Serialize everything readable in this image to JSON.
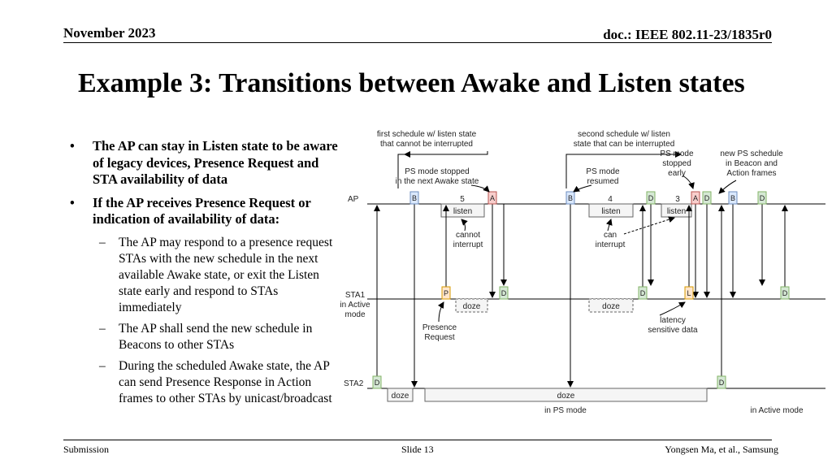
{
  "header": {
    "date": "November 2023",
    "doc": "doc.: IEEE 802.11-23/1835r0"
  },
  "title": "Example 3: Transitions between Awake and Listen states",
  "bullets": [
    {
      "text": "The AP can stay in Listen state to be aware of legacy devices, Presence Request and STA availability of data"
    },
    {
      "text": "If the AP receives Presence Request or indication of availability of data:",
      "subs": [
        "The AP may respond to a presence request STAs with the new schedule in the next available Awake state, or exit the Listen state early and respond to STAs immediately",
        "The AP shall send the new schedule in Beacons to other STAs",
        "During the scheduled Awake state, the AP can send Presence Response in Action frames to other STAs by unicast/broadcast"
      ]
    }
  ],
  "diagram": {
    "rows": {
      "ap": "AP",
      "sta1": [
        "STA1",
        "in Active",
        "mode"
      ],
      "sta2": "STA2"
    },
    "frames": {
      "beacon": "B",
      "ack": "A",
      "data": "D",
      "presence": "P",
      "latency": "L"
    },
    "states": {
      "listen": "listen",
      "doze": "doze"
    },
    "numbers": {
      "n5": "5",
      "n4": "4",
      "n3": "3"
    },
    "annotations": {
      "first_schedule": [
        "first schedule w/ listen state",
        "that cannot be interrupted"
      ],
      "second_schedule": [
        "second schedule w/ listen",
        "state that can be interrupted"
      ],
      "ps_stopped_awake": [
        "PS mode stopped",
        "in the next Awake state"
      ],
      "ps_resumed": [
        "PS mode",
        "resumed"
      ],
      "ps_stopped_early": [
        "PS mode",
        "stopped",
        "early"
      ],
      "new_ps_schedule": [
        "new PS schedule",
        "in Beacon and",
        "Action frames"
      ],
      "cannot_interrupt": [
        "cannot",
        "interrupt"
      ],
      "can_interrupt": [
        "can",
        "interrupt"
      ],
      "presence_request": [
        "Presence",
        "Request"
      ],
      "latency_sensitive": [
        "latency",
        "sensitive data"
      ],
      "in_ps_mode": "in PS mode",
      "in_active_mode": "in Active mode"
    },
    "colors": {
      "beacon": "#dae8fc",
      "beacon_stroke": "#6c8ebf",
      "ack": "#f8cecc",
      "ack_stroke": "#b85450",
      "data": "#d5e8d4",
      "data_stroke": "#82b366",
      "presence": "#ffe6cc",
      "presence_stroke": "#d79b00",
      "state_fill": "#f5f5f5",
      "state_stroke": "#666666"
    }
  },
  "footer": {
    "left": "Submission",
    "center": "Slide 13",
    "right": "Yongsen Ma, et al., Samsung"
  }
}
